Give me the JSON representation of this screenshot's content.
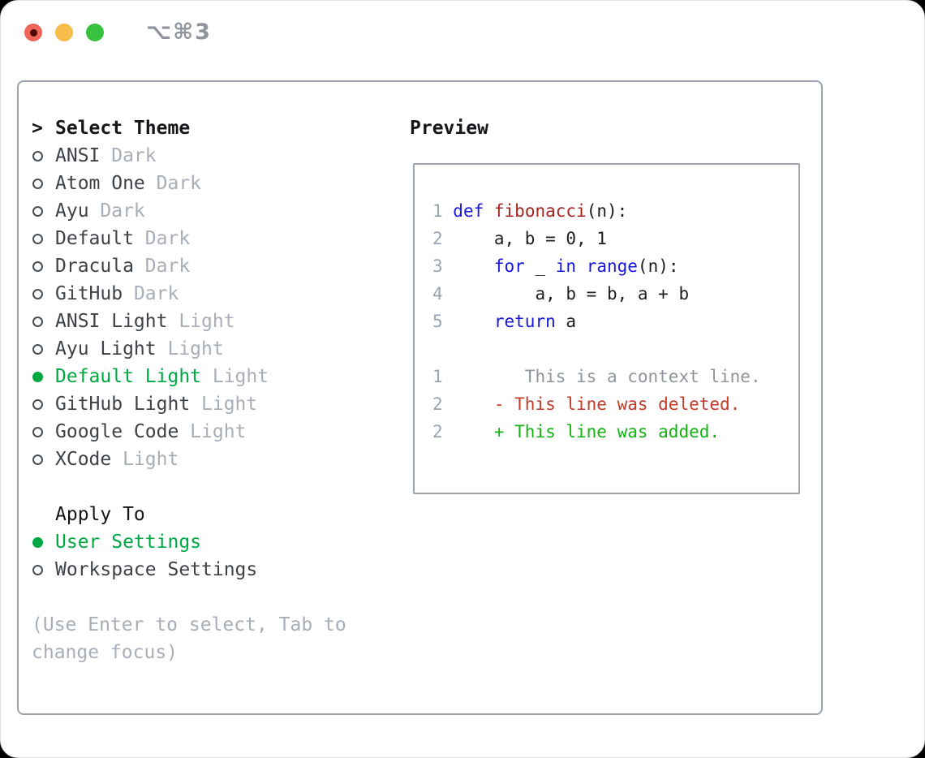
{
  "window": {
    "title": "⌥⌘3"
  },
  "colors": {
    "window_bg": "#ffffff",
    "border": "#9ca4af",
    "title_gray": "#8e939b",
    "light_red": "#ef655a",
    "light_red_dot": "#4c0a06",
    "light_yellow": "#f6bd4a",
    "light_green": "#37c13e",
    "header_text": "#15161a",
    "item_text": "#3d4248",
    "muted": "#a8aeb8",
    "radio_ring": "#484e55",
    "selected_green": "#00a844",
    "keyword": "#1717e0",
    "function": "#a62420",
    "plain": "#1c1e22",
    "lineno": "#9ba4b0",
    "context": "#8e959d",
    "deleted": "#c23b2a",
    "added": "#12b412"
  },
  "theme_selector": {
    "header": "Select Theme",
    "header_marker": ">",
    "themes": [
      {
        "name": "ANSI",
        "variant": "Dark",
        "selected": false
      },
      {
        "name": "Atom One",
        "variant": "Dark",
        "selected": false
      },
      {
        "name": "Ayu",
        "variant": "Dark",
        "selected": false
      },
      {
        "name": "Default",
        "variant": "Dark",
        "selected": false
      },
      {
        "name": "Dracula",
        "variant": "Dark",
        "selected": false
      },
      {
        "name": "GitHub",
        "variant": "Dark",
        "selected": false
      },
      {
        "name": "ANSI Light",
        "variant": "Light",
        "selected": false
      },
      {
        "name": "Ayu Light",
        "variant": "Light",
        "selected": false
      },
      {
        "name": "Default Light",
        "variant": "Light",
        "selected": true
      },
      {
        "name": "GitHub Light",
        "variant": "Light",
        "selected": false
      },
      {
        "name": "Google Code",
        "variant": "Light",
        "selected": false
      },
      {
        "name": "XCode",
        "variant": "Light",
        "selected": false
      }
    ],
    "apply_to": {
      "header": "Apply To",
      "options": [
        {
          "name": "User Settings",
          "selected": true
        },
        {
          "name": "Workspace Settings",
          "selected": false
        }
      ]
    },
    "hint_lines": [
      "(Use Enter to select, Tab to",
      "change focus)"
    ]
  },
  "preview": {
    "header": "Preview",
    "lines": [
      {
        "tokens": [
          {
            "text": "1 ",
            "color": "lineno"
          },
          {
            "text": "def",
            "color": "keyword"
          },
          {
            "text": " ",
            "color": "plain"
          },
          {
            "text": "fibonacci",
            "color": "function"
          },
          {
            "text": "(n):",
            "color": "plain"
          }
        ]
      },
      {
        "tokens": [
          {
            "text": "2 ",
            "color": "lineno"
          },
          {
            "text": "    a, b = 0, 1",
            "color": "plain"
          }
        ]
      },
      {
        "tokens": [
          {
            "text": "3 ",
            "color": "lineno"
          },
          {
            "text": "    ",
            "color": "plain"
          },
          {
            "text": "for",
            "color": "keyword"
          },
          {
            "text": " _ ",
            "color": "plain"
          },
          {
            "text": "in",
            "color": "keyword"
          },
          {
            "text": " ",
            "color": "plain"
          },
          {
            "text": "range",
            "color": "keyword"
          },
          {
            "text": "(n):",
            "color": "plain"
          }
        ]
      },
      {
        "tokens": [
          {
            "text": "4 ",
            "color": "lineno"
          },
          {
            "text": "        a, b = b, a + b",
            "color": "plain"
          }
        ]
      },
      {
        "tokens": [
          {
            "text": "5 ",
            "color": "lineno"
          },
          {
            "text": "    ",
            "color": "plain"
          },
          {
            "text": "return",
            "color": "keyword"
          },
          {
            "text": " a",
            "color": "plain"
          }
        ]
      },
      {
        "tokens": []
      },
      {
        "tokens": [
          {
            "text": "1",
            "color": "lineno"
          },
          {
            "text": "        This is a context line.",
            "color": "context"
          }
        ]
      },
      {
        "tokens": [
          {
            "text": "2",
            "color": "lineno"
          },
          {
            "text": "     - This line was deleted.",
            "color": "deleted"
          }
        ]
      },
      {
        "tokens": [
          {
            "text": "2",
            "color": "lineno"
          },
          {
            "text": "     + This line was added.",
            "color": "added"
          }
        ]
      }
    ]
  }
}
